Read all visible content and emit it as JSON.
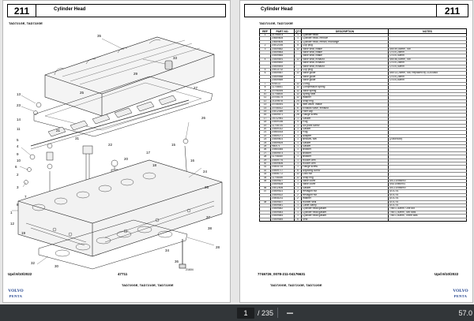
{
  "left_page": {
    "section_number": "211",
    "title": "Cylinder Head",
    "models": "TAD721GE, TAD722GE",
    "footer_date": "Upd:6/10/2022",
    "footer_code": "47711",
    "footer_models": "TAD720GE, TAD721GE, TAD722GE",
    "diagram_ref": "21604",
    "logo_line1": "VOLVO",
    "logo_line2": "PENTA",
    "callouts": [
      "35",
      "33",
      "13",
      "23",
      "25",
      "29",
      "27",
      "26",
      "14",
      "11",
      "5",
      "4",
      "9",
      "10",
      "6",
      "2",
      "3",
      "7",
      "8",
      "21",
      "31",
      "22",
      "20",
      "17",
      "18",
      "15",
      "16",
      "24",
      "26",
      "1",
      "12",
      "19",
      "37",
      "38",
      "28",
      "32",
      "30",
      "34",
      "36"
    ]
  },
  "right_page": {
    "section_number": "211",
    "title": "Cylinder Head",
    "models": "TAD721GE, TAD722GE",
    "footer_code": "7746726_0078-211-04176631",
    "footer_date": "Upd:6/10/2022",
    "footer_models": "TAD720GE, TAD721GE, TAD722GE",
    "logo_line1": "VOLVO",
    "logo_line2": "PENTA",
    "table": {
      "headers": [
        "REF",
        "PART NO.",
        "QTY",
        "DESCRIPTION",
        "NOTES"
      ],
      "rows": [
        [
          "1",
          "21795573",
          "1",
          "Cylinder head",
          ""
        ],
        [
          "",
          "20669805",
          "1",
          "Cylinder head, remove",
          ""
        ],
        [
          "",
          "20669806",
          "1",
          "Cylinder head, reman, exchange",
          ""
        ],
        [
          "2",
          "20412145",
          "5",
          "Cup plug",
          ""
        ],
        [
          "3",
          "20459862",
          "12",
          "Valve seat, intake",
          "Std=49,85mm, Std"
        ],
        [
          "",
          "20459863",
          "",
          "Valve seat, intake",
          "O.S=0,25mm"
        ],
        [
          "",
          "20459864",
          "",
          "Valve seat, intake",
          "O.S=0,40mm"
        ],
        [
          "4",
          "20459891",
          "12",
          "Valve seat, exhaust",
          "Std=46,60mm, Std"
        ],
        [
          "",
          "20459892",
          "",
          "Valve seat, exhaust",
          "O.S=0,25mm"
        ],
        [
          "",
          "20459893",
          "",
          "Valve seat, exhaust",
          "O.S=0,40mm"
        ],
        [
          "5",
          "20413732",
          "1",
          "Cup plug",
          ""
        ],
        [
          "6",
          "20459567",
          "12",
          "Valve guide",
          "Std=13,26mm, Std, Replaced by 21344565"
        ],
        [
          "",
          "20459568",
          "",
          "Valve guide",
          "O.S=0,25mm"
        ],
        [
          "",
          "20459569",
          "",
          "Valve guide",
          "O.S=0,50mm"
        ],
        [
          "7",
          "976013",
          "12",
          "O-ring",
          ""
        ],
        [
          "8",
          "11708541",
          "12",
          "Compression spring",
          ""
        ],
        [
          "9",
          "20796494",
          "12",
          "Valve spring",
          ""
        ],
        [
          "10",
          "11708445",
          "12",
          "Spring seat",
          ""
        ],
        [
          "11",
          "20706175",
          "12",
          "Washer",
          ""
        ],
        [
          "12",
          "21109578",
          "24",
          "Snap ring",
          ""
        ],
        [
          "13",
          "20756491",
          "6",
          "Inlet valve, intake",
          ""
        ],
        [
          "14",
          "20756512",
          "6",
          "Exhaust valve, exhaust",
          ""
        ],
        [
          "15",
          "20412489",
          "6",
          "Filler cap",
          ""
        ],
        [
          "16",
          "20459671",
          "26",
          "Flange screw",
          ""
        ],
        [
          "17",
          "21012981",
          "1",
          "Gasket",
          ""
        ],
        [
          "18",
          "20459336",
          "4",
          "Plug",
          ""
        ],
        [
          "19",
          "11708734",
          "1",
          "Six point screw",
          ""
        ],
        [
          "20",
          "20459312",
          "1",
          "Gasket",
          ""
        ],
        [
          "21",
          "20464433",
          "1",
          "Plug",
          ""
        ],
        [
          "22",
          "20459271",
          "1",
          "Adapter",
          ""
        ],
        [
          "23",
          "20459601",
          "1",
          "Bellows, fuel",
          "(20459549)"
        ],
        [
          "24",
          "20459625",
          "1",
          "Gasket",
          ""
        ],
        [
          "25",
          "950071",
          "1",
          "Gasket",
          ""
        ],
        [
          "26",
          "20464484",
          "1",
          "Bracket",
          ""
        ],
        [
          "27",
          "20459673",
          "1",
          "Bracket",
          ""
        ],
        [
          "28",
          "11708340",
          "1",
          "Bracket",
          ""
        ],
        [
          "29",
          "20459776",
          "1",
          "Rocker arm",
          ""
        ],
        [
          "30",
          "20459806",
          "1",
          "Rocker arm",
          ""
        ],
        [
          "31",
          "20405715",
          "1",
          "Flange screw",
          ""
        ],
        [
          "32",
          "20459717",
          "6",
          "Adjusting screw",
          ""
        ],
        [
          "33",
          "20456772",
          "12",
          "Lock nut",
          ""
        ],
        [
          "34",
          "11708346",
          "12",
          "Snap ring",
          ""
        ],
        [
          "35",
          "20459827",
          "1",
          "Valve cover",
          "SN-2109859/0"
        ],
        [
          "",
          "20459828",
          "1",
          "Valve cover",
          "SN2109859/0-"
        ],
        [
          "36",
          "20412506",
          "1",
          "Gasket",
          "SN-2109859/0"
        ],
        [
          "37",
          "20459521",
          "2",
          "Hexagon nut",
          "DOC:01"
        ],
        [
          "",
          "20459522",
          "2",
          "Hexagon nut",
          "DOC:01"
        ],
        [
          "",
          "20408231",
          "2",
          "Washer",
          "DOC:01"
        ],
        [
          "38",
          "20459837",
          "1",
          "Rubber seal",
          "DOC:01"
        ],
        [
          "",
          "20459841",
          "1",
          "Cable clamp",
          "DOC:01"
        ],
        [
          "",
          "20459842",
          "1",
          "Cylinder head gasket",
          "Thk=1,30mm, One dot"
        ],
        [
          "",
          "20459843",
          "1",
          "Cylinder head gasket",
          "Thk=1,40mm, Two dots"
        ],
        [
          "",
          "20459844",
          "1",
          "Cylinder head gasket",
          "Thk=1,50mm, Three dots"
        ],
        [
          "",
          "20459845",
          "6",
          "Seal",
          ""
        ]
      ]
    }
  },
  "toolbar": {
    "current_page": "1",
    "total_pages": "/ 235",
    "zoom": "57.0"
  }
}
